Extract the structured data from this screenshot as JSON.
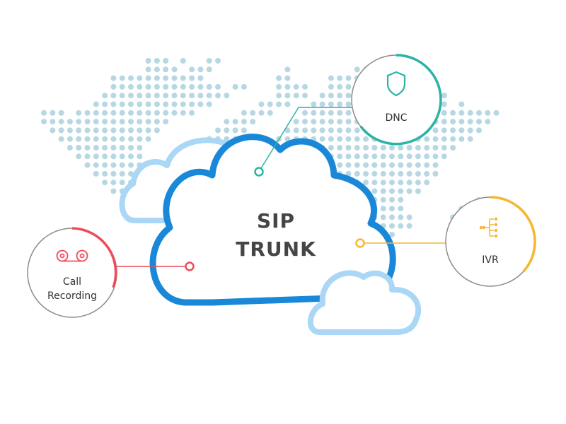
{
  "center": {
    "title_line1": "SIP",
    "title_line2": "TRUNK"
  },
  "nodes": {
    "dnc": {
      "label": "DNC",
      "icon": "shield-icon",
      "color": "#2bb3a3"
    },
    "ivr": {
      "label": "IVR",
      "icon": "branch-tree-icon",
      "color": "#f5b731"
    },
    "call_recording": {
      "label_line1": "Call",
      "label_line2": "Recording",
      "icon": "tape-reel-icon",
      "color": "#ef4b5a"
    }
  },
  "colors": {
    "cloud_main": "#1a88d8",
    "cloud_light": "#a9d7f5",
    "map_dots": "#b7d8e3"
  }
}
